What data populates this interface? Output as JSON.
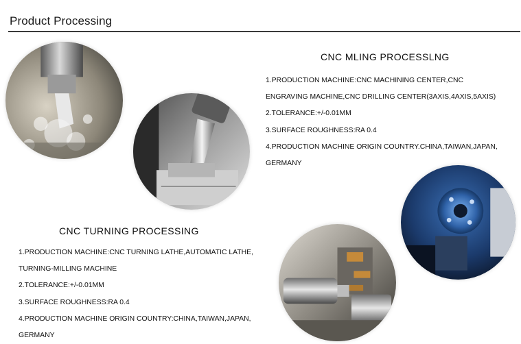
{
  "header": {
    "title": "Product Processing"
  },
  "milling": {
    "title": "CNC MLING PROCESSLNG",
    "lines": [
      "1.PRODUCTION MACHINE:CNC MACHINING CENTER,CNC",
      "ENGRAVING MACHINE,CNC DRILLING CENTER(3AXIS,4AXIS,5AXIS)",
      "2.TOLERANCE:+/-0.01MM",
      "3.SURFACE ROUGHNESS:RA 0.4",
      "4.PRODUCTION MACHINE ORIGIN COUNTRY.CHINA,TAIWAN,JAPAN,",
      "GERMANY"
    ]
  },
  "turning": {
    "title": "CNC TURNING PROCESSING",
    "lines": [
      "1.PRODUCTION MACHINE:CNC TURNING LATHE,AUTOMATIC LATHE,",
      "TURNING-MILLING MACHINE",
      "2.TOLERANCE:+/-0.01MM",
      "3.SURFACE ROUGHNESS:RA 0.4",
      "4.PRODUCTION MACHINE ORIGIN COUNTRY:CHINA,TAIWAN,JAPAN,",
      "GERMANY"
    ]
  }
}
